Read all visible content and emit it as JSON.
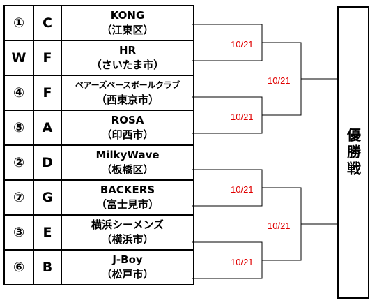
{
  "teams": [
    {
      "seed": "①",
      "block": "C",
      "name": "KONG",
      "city": "（江東区）"
    },
    {
      "seed": "W",
      "block": "F",
      "name": "HR",
      "city": "（さいたま市）"
    },
    {
      "seed": "④",
      "block": "F",
      "name": "ベアーズベースボールクラブ",
      "city": "（西東京市）"
    },
    {
      "seed": "⑤",
      "block": "A",
      "name": "ROSA",
      "city": "（印西市）"
    },
    {
      "seed": "②",
      "block": "D",
      "name": "MilkyWave",
      "city": "（板橋区）"
    },
    {
      "seed": "⑦",
      "block": "G",
      "name": "BACKERS",
      "city": "（富士見市）"
    },
    {
      "seed": "③",
      "block": "E",
      "name": "横浜シーメンズ",
      "city": "（横浜市）"
    },
    {
      "seed": "⑥",
      "block": "B",
      "name": "J-Boy",
      "city": "（松戸市）"
    }
  ],
  "round1_dates": [
    "10/21",
    "10/21",
    "10/21",
    "10/21"
  ],
  "round2_dates": [
    "10/21",
    "10/21"
  ],
  "final_label": "優勝戦",
  "colors": {
    "date": "#e00000",
    "lines": "#000000"
  }
}
